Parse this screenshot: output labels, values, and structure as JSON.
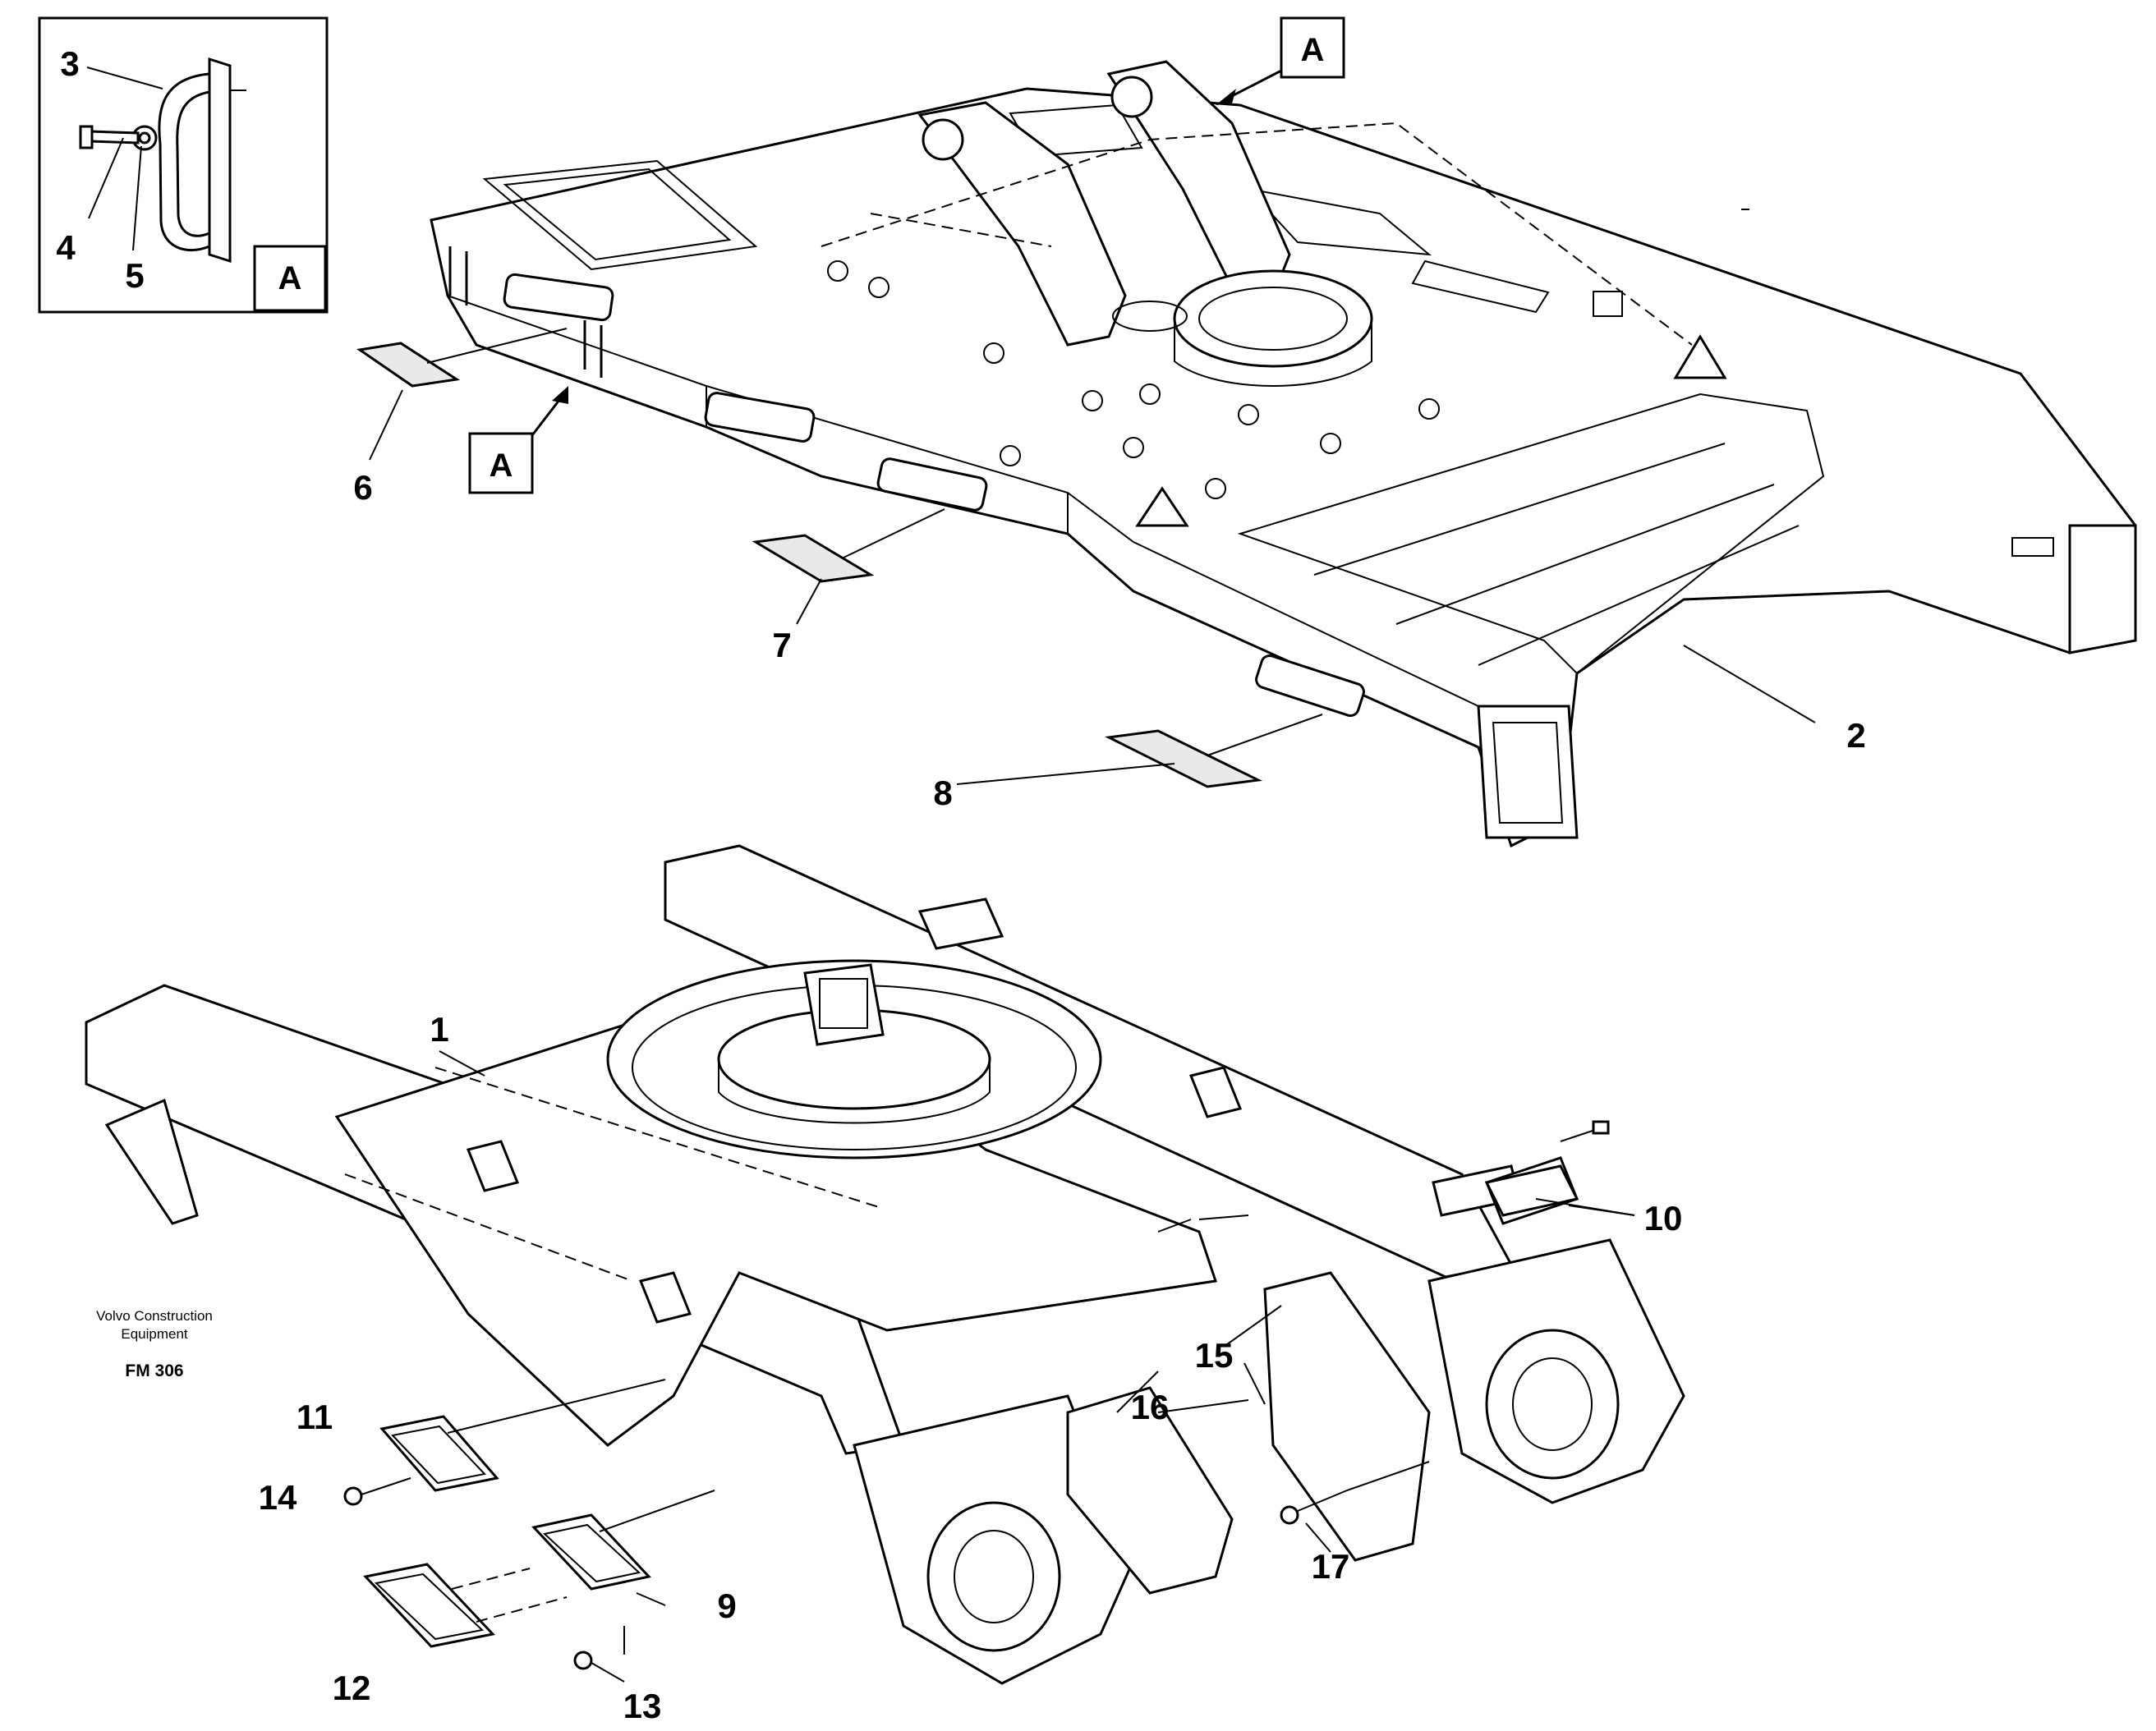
{
  "callouts": {
    "p1": "1",
    "p2": "2",
    "p3": "3",
    "p4": "4",
    "p5": "5",
    "p6": "6",
    "p7": "7",
    "p8": "8",
    "p9": "9",
    "p10": "10",
    "p11": "11",
    "p12": "12",
    "p13": "13",
    "p14": "14",
    "p15": "15",
    "p16": "16",
    "p17": "17"
  },
  "view_letter": "A",
  "brand_line1": "Volvo Construction",
  "brand_line2": "Equipment",
  "figure_code": "FM 306"
}
